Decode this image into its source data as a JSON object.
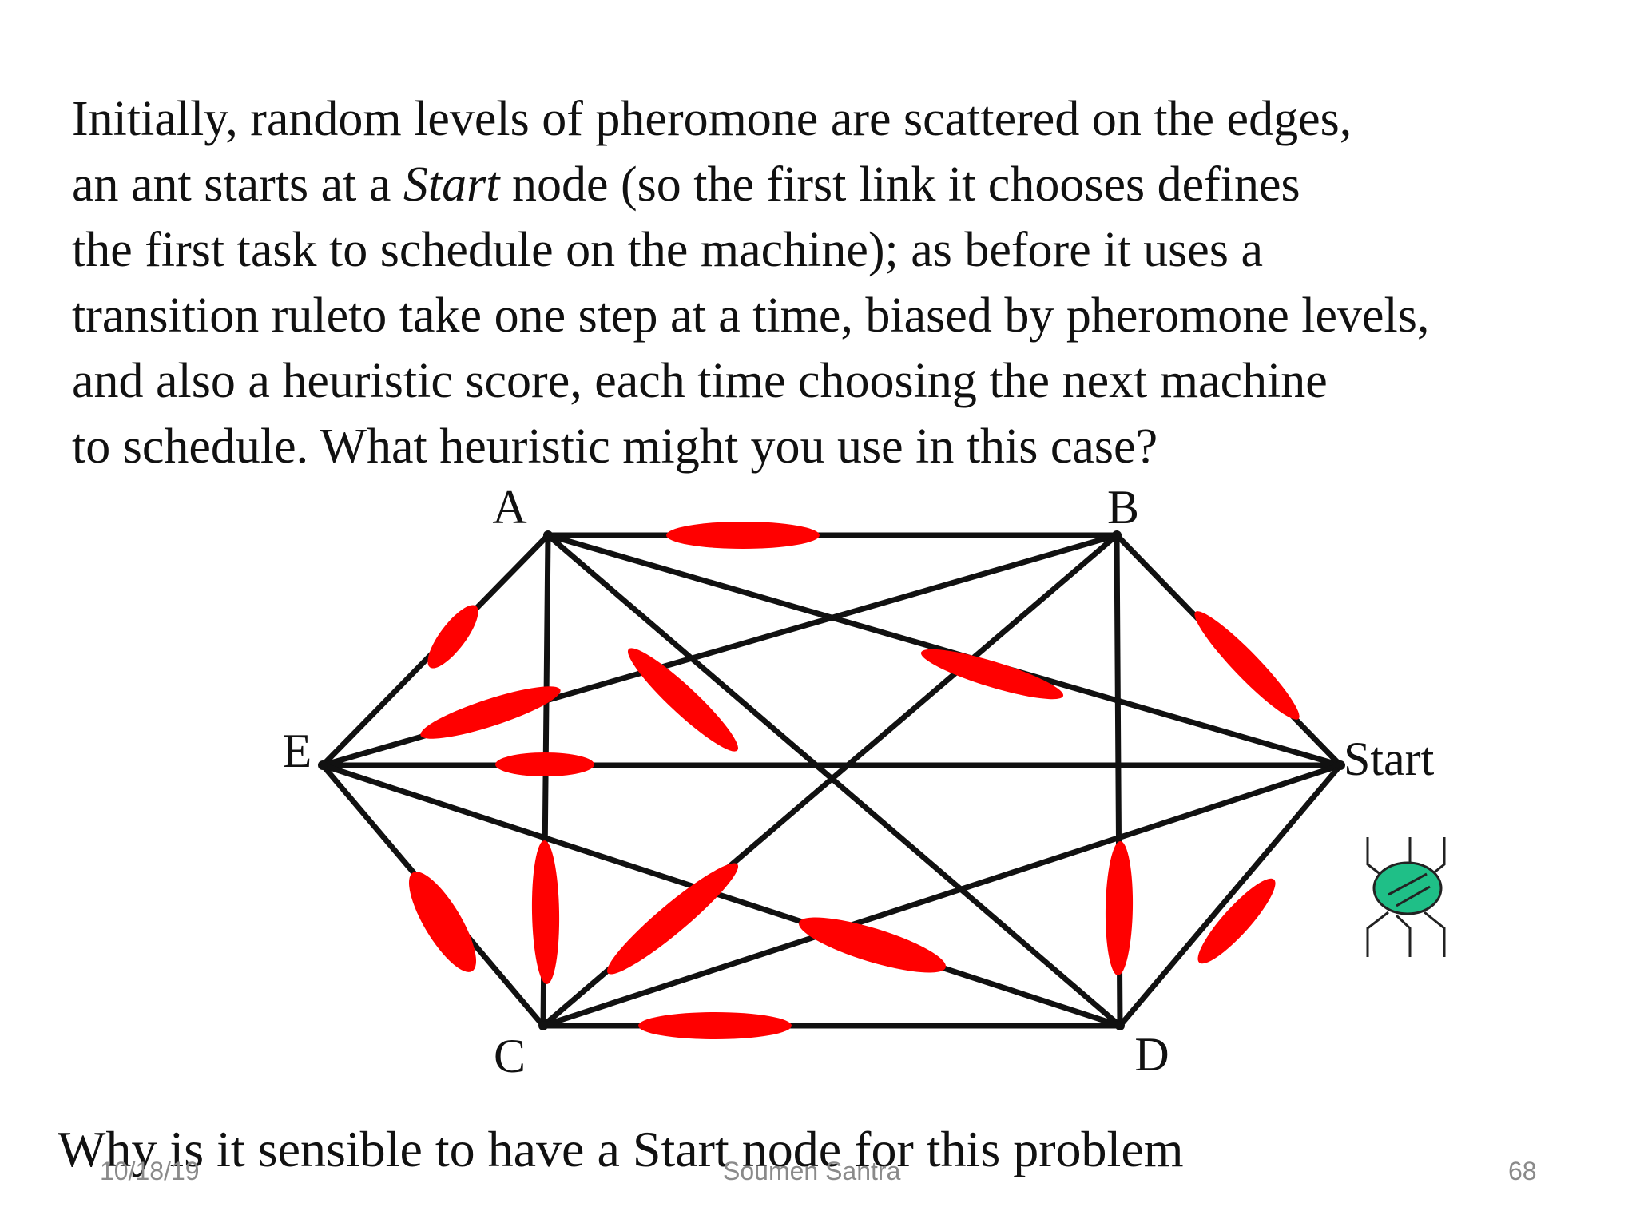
{
  "paragraph": {
    "line1": "Initially, random levels of pheromone are scattered on the edges,",
    "line2_pre": "an ant starts at a ",
    "line2_em": "Start",
    "line2_post": " node (so the first link it chooses defines",
    "line3": "the first task to schedule on the machine); as before it uses a",
    "line4": "transition ruleto take one step at a time, biased by pheromone levels,",
    "line5": "and also a heuristic score, each time choosing the next machine",
    "line6": "to schedule.  What heuristic might you use in this case?"
  },
  "graph": {
    "nodes": [
      {
        "id": "A",
        "label": "A"
      },
      {
        "id": "B",
        "label": "B"
      },
      {
        "id": "Start",
        "label": "Start"
      },
      {
        "id": "D",
        "label": "D"
      },
      {
        "id": "C",
        "label": "C"
      },
      {
        "id": "E",
        "label": "E"
      }
    ],
    "edges": [
      [
        "A",
        "B"
      ],
      [
        "A",
        "E"
      ],
      [
        "A",
        "C"
      ],
      [
        "A",
        "D"
      ],
      [
        "A",
        "Start"
      ],
      [
        "B",
        "E"
      ],
      [
        "B",
        "C"
      ],
      [
        "B",
        "D"
      ],
      [
        "B",
        "Start"
      ],
      [
        "E",
        "Start"
      ],
      [
        "E",
        "C"
      ],
      [
        "E",
        "D"
      ],
      [
        "C",
        "D"
      ],
      [
        "C",
        "Start"
      ],
      [
        "D",
        "Start"
      ]
    ],
    "edge_color": "#111111",
    "pheromone_color": "#ff0000",
    "ant_color": "#1fbf87"
  },
  "question": "Why is it sensible to have a Start node for this problem",
  "footer": {
    "date": "10/18/19",
    "author": "Soumen Santra",
    "page": "68"
  }
}
